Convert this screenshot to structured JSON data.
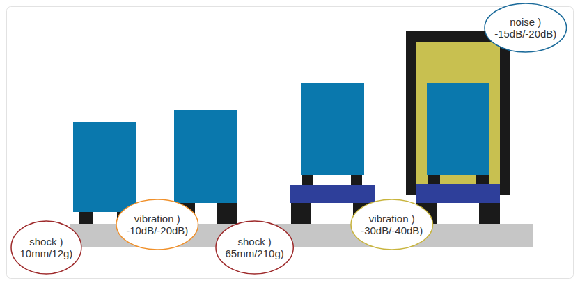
{
  "diagram": {
    "nodes": [
      {
        "text": [
          "shock )",
          "10mm/12g)"
        ]
      },
      {
        "text": [
          "vibration )",
          "-10dB/-20dB)"
        ]
      },
      {
        "text": [
          "shock )",
          "65mm/210g)"
        ]
      },
      {
        "text": [
          "vibration )",
          "-30dB/-40dB)"
        ]
      },
      {
        "text": [
          "noise )",
          "-15dB/-20dB)"
        ]
      }
    ]
  }
}
